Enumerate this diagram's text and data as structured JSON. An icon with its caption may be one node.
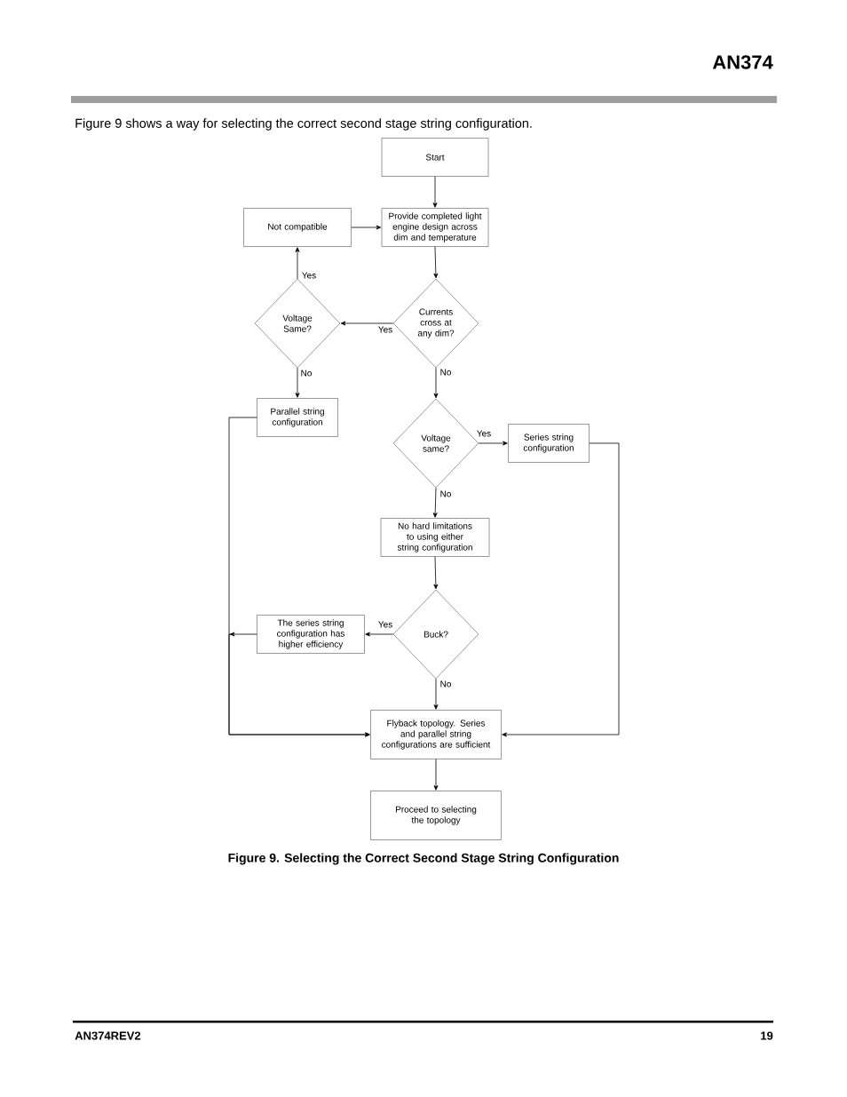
{
  "diagram": {
    "caption": "Figure 9.  Selecting the Correct Second Stage String Configuration",
    "nodes": [
      {
        "text": [
          "Start"
        ]
      },
      {
        "text": [
          "Not compatible"
        ]
      },
      {
        "text": [
          "Provide completed light engine design across dim and temperature"
        ]
      },
      {
        "text": [
          "Voltage Same?"
        ]
      },
      {
        "text": [
          "Currents cross at any dim?"
        ]
      },
      {
        "text": [
          "Parallel string configuration"
        ]
      },
      {
        "text": [
          "Voltage same?"
        ]
      },
      {
        "text": [
          "Series string configuration"
        ]
      },
      {
        "text": [
          "No hard limitations to using either string configuration"
        ]
      },
      {
        "text": [
          "The series string configuration has higher efficiency"
        ]
      },
      {
        "text": [
          "Buck?"
        ]
      },
      {
        "text": [
          "Flyback topology. Series and parallel string configurations are sufficient"
        ]
      },
      {
        "text": [
          "Proceed to selecting the topology"
        ]
      }
    ],
    "edges": [
      {
        "from": 0,
        "to": 2,
        "arrow": "to"
      },
      {
        "from": 1,
        "to": 2,
        "arrow": "to"
      },
      {
        "from": 2,
        "to": 4,
        "arrow": "to"
      },
      {
        "from": 4,
        "to": 3,
        "arrow": "to",
        "label": "Yes"
      },
      {
        "from": 3,
        "to": 1,
        "arrow": "to",
        "label": "Yes"
      },
      {
        "from": 3,
        "to": 5,
        "arrow": "to",
        "label": "No"
      },
      {
        "from": 4,
        "to": 6,
        "arrow": "to",
        "label": "No"
      },
      {
        "from": 6,
        "to": 7,
        "arrow": "to",
        "label": "Yes"
      },
      {
        "from": 6,
        "to": 8,
        "arrow": "to",
        "label": "No"
      },
      {
        "from": 8,
        "to": 10,
        "arrow": "to"
      },
      {
        "from": 10,
        "to": 9,
        "arrow": "to",
        "label": "Yes"
      },
      {
        "from": 10,
        "to": 11,
        "arrow": "to",
        "label": "No"
      },
      {
        "from": 5,
        "to": 11,
        "arrow": "to"
      },
      {
        "from": 9,
        "to": 11,
        "arrow": "to"
      },
      {
        "from": 7,
        "to": 11,
        "arrow": "to"
      },
      {
        "from": 11,
        "to": 12,
        "arrow": "to"
      }
    ],
    "labels": [
      "AN374",
      "Figure 9 shows a way for selecting the correct second stage string configuration.",
      "AN374REV2",
      "19"
    ]
  }
}
